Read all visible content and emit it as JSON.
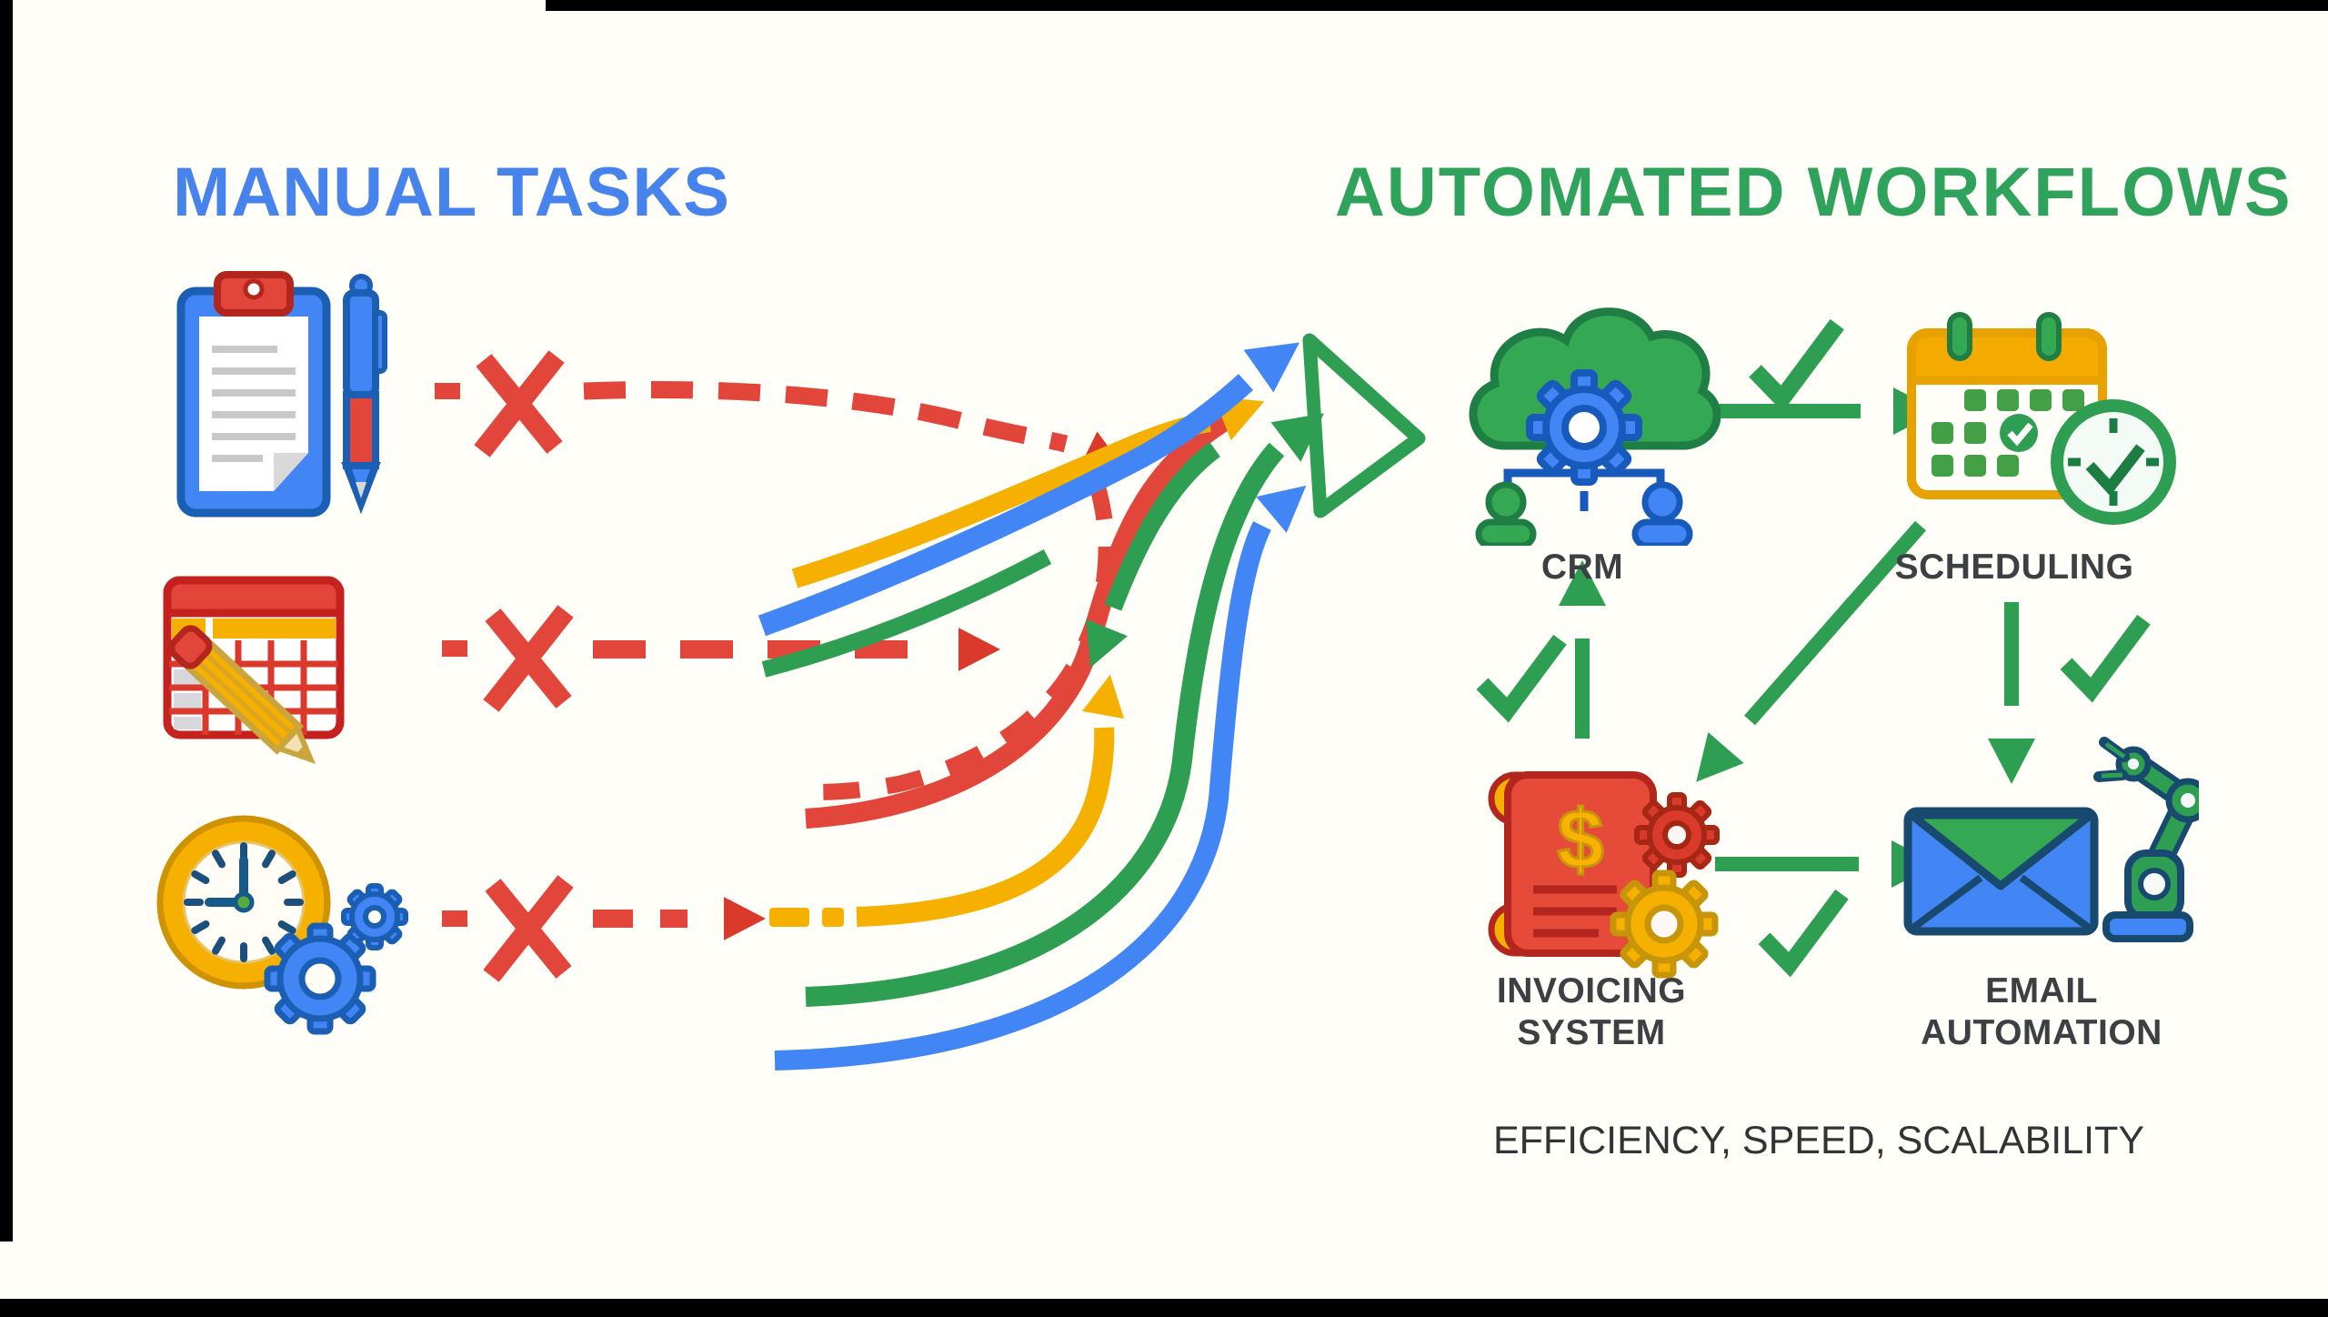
{
  "titles": {
    "left": "MANUAL TASKS",
    "right": "AUTOMATED WORKFLOWS"
  },
  "left_column": {
    "heading_color": "#4683EC",
    "items": [
      {
        "name": "paper-checklist",
        "icon": "clipboard-pen-icon"
      },
      {
        "name": "manual-spreadsheet",
        "icon": "spreadsheet-pencil-icon"
      },
      {
        "name": "time-consuming-process",
        "icon": "clock-gears-icon"
      }
    ],
    "rejection_marks": "red-x-on-dashed-arrows"
  },
  "right_column": {
    "heading_color": "#2FA35C",
    "nodes": [
      {
        "id": "crm",
        "label": "CRM",
        "icon": "crm-cloud-gear-people-icon"
      },
      {
        "id": "scheduling",
        "label": "SCHEDULING",
        "icon": "calendar-clock-check-icon"
      },
      {
        "id": "invoicing",
        "label_line1": "INVOICING",
        "label_line2": "SYSTEM",
        "icon": "invoice-scroll-gears-icon"
      },
      {
        "id": "email",
        "label_line1": "EMAIL",
        "label_line2": "AUTOMATION",
        "icon": "envelope-robot-arm-icon"
      }
    ],
    "connections": [
      {
        "from": "crm",
        "to": "scheduling",
        "style": "green-solid-arrow-right",
        "adorned_with": "check"
      },
      {
        "from": "scheduling",
        "to": "email",
        "style": "green-solid-arrow-down",
        "adorned_with": "check"
      },
      {
        "from": "scheduling",
        "to": "invoicing",
        "style": "green-solid-arrow-diagonal"
      },
      {
        "from": "invoicing",
        "to": "crm",
        "style": "green-solid-arrow-up",
        "adorned_with": "check"
      },
      {
        "from": "invoicing",
        "to": "email",
        "style": "green-solid-arrow-right",
        "adorned_with": "check"
      }
    ]
  },
  "center": {
    "manual_flow_style": "red-dashed-arrows-with-x-marks",
    "converging_stream_colors": [
      "#E2453A",
      "#F5B000",
      "#2E9E52",
      "#4285F4"
    ],
    "big_arrow": "green-outline-right-arrow"
  },
  "tagline": "EFFICIENCY, SPEED, SCALABILITY",
  "glyphs": {
    "dollar": "$"
  },
  "colors": {
    "background": "#FFFEF9",
    "blue": "#4285F4",
    "blue_dark": "#1A5FB4",
    "green": "#2E9E52",
    "green_dark": "#1E7E43",
    "yellow": "#F5B000",
    "yellow_dark": "#C7950A",
    "red": "#E2453A",
    "red_dark": "#B3261E",
    "text_dark": "#3C4043",
    "frame_black": "#010101"
  }
}
